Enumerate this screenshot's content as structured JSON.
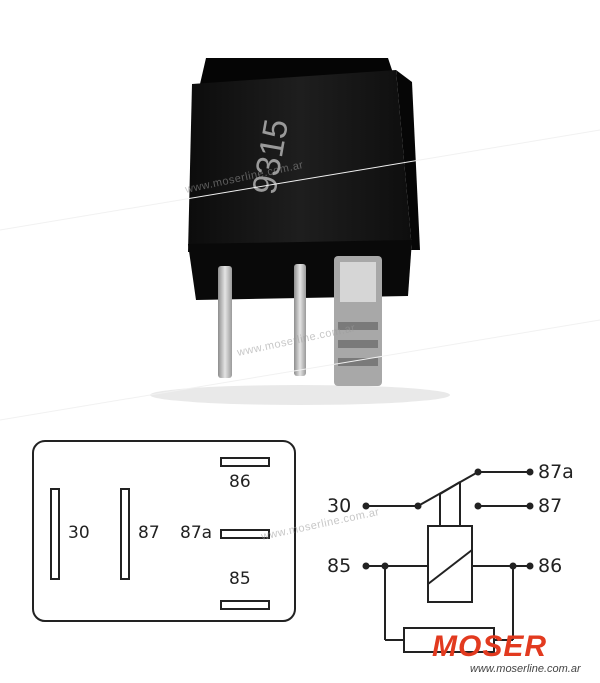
{
  "photo": {
    "part_number": "9315",
    "watermark_top": "www.moserline.com.ar",
    "watermark_pins": "www.moserline.com.ar"
  },
  "pin_layout": {
    "pins": [
      {
        "label": "30"
      },
      {
        "label": "87"
      },
      {
        "label": "87a"
      },
      {
        "label": "86"
      },
      {
        "label": "85"
      }
    ]
  },
  "schematic": {
    "terminals": {
      "t87a": "87a",
      "t87": "87",
      "t30": "30",
      "t85": "85",
      "t86": "86"
    },
    "watermark": "www.moserline.com.ar"
  },
  "brand": {
    "logo_text": "MOSER",
    "url": "www.moserline.com.ar",
    "color": "#e23a1f"
  }
}
